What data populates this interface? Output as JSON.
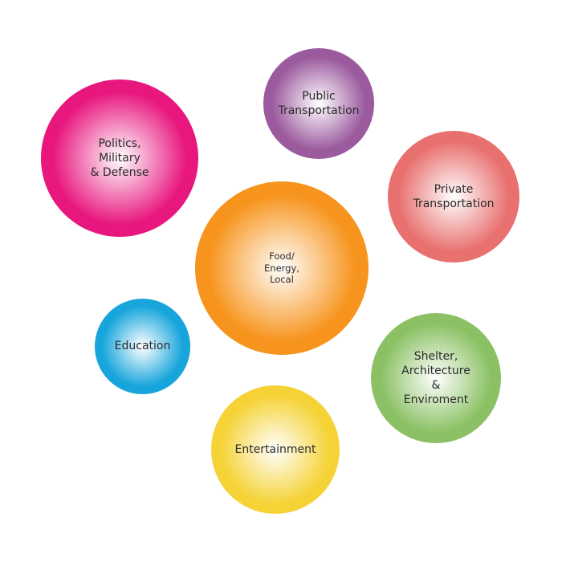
{
  "bubbles": [
    {
      "id": "politics",
      "lines": [
        "Politics,",
        "Military",
        "& Defense"
      ],
      "color": "#e8177e",
      "highlight": "#ffffff"
    },
    {
      "id": "public",
      "lines": [
        "Public",
        "Transportation"
      ],
      "color": "#9b5a9e",
      "highlight": "#ffffff"
    },
    {
      "id": "private",
      "lines": [
        "Private",
        "Transportation"
      ],
      "color": "#e8706f",
      "highlight": "#ffffff"
    },
    {
      "id": "food",
      "lines": [
        "Food/",
        "Energy,",
        "Local"
      ],
      "color": "#f7941d",
      "highlight": "#ffffff"
    },
    {
      "id": "education",
      "lines": [
        "Education"
      ],
      "color": "#17a5dc",
      "highlight": "#ffffff"
    },
    {
      "id": "shelter",
      "lines": [
        "Shelter,",
        "Architecture",
        "&",
        "Enviroment"
      ],
      "color": "#8bc164",
      "highlight": "#ffffff"
    },
    {
      "id": "entertainment",
      "lines": [
        "Entertainment"
      ],
      "color": "#f5d337",
      "highlight": "#ffffff"
    }
  ]
}
